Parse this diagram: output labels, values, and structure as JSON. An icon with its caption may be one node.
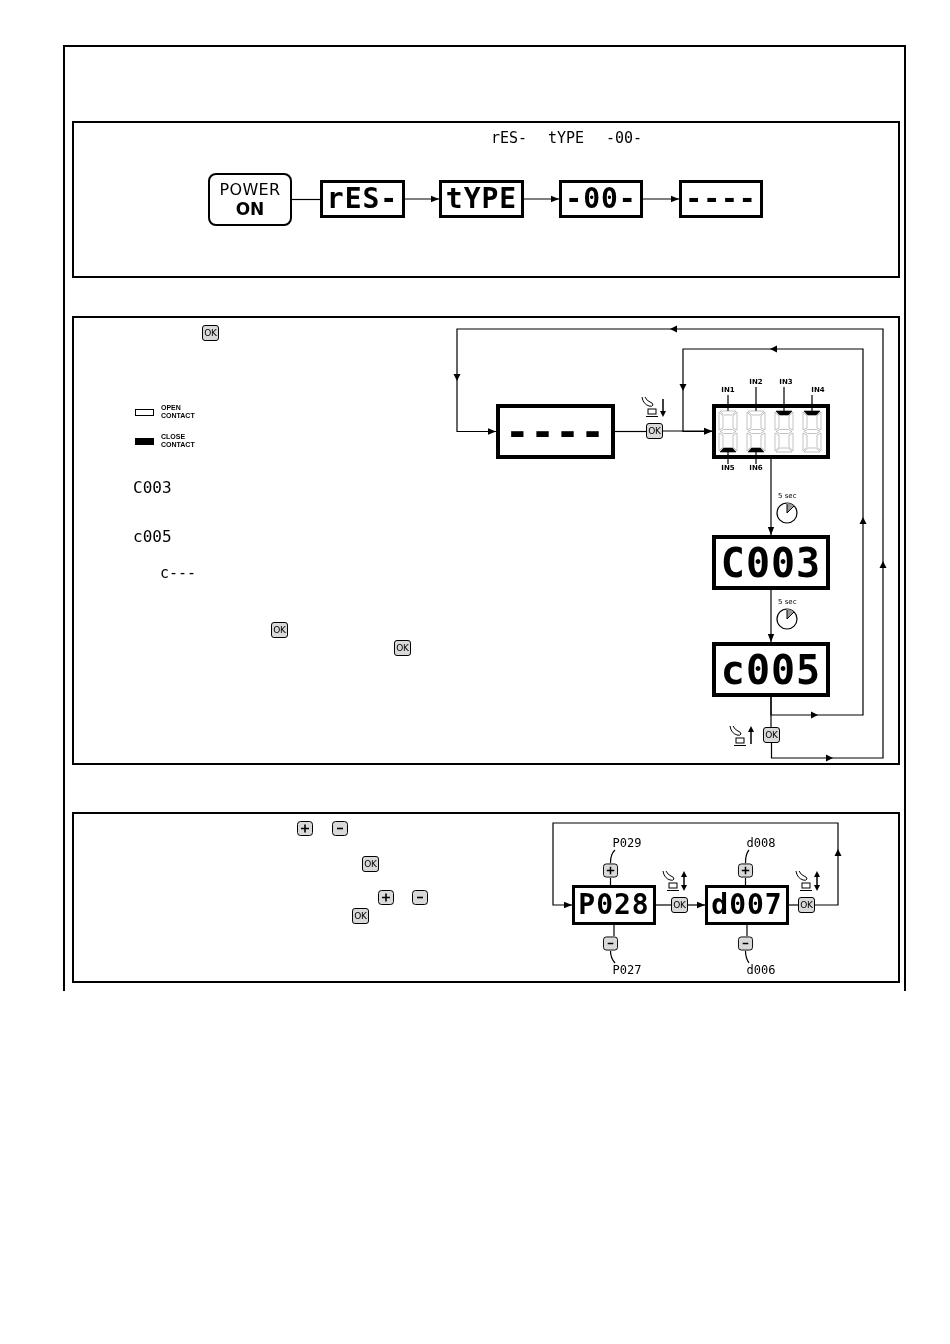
{
  "diagram": {
    "nodes": [
      {
        "text": [
          "rES-",
          "tYPE",
          "-00-"
        ]
      },
      {
        "text": [
          "POWER",
          "ON"
        ],
        "in": 0
      },
      {
        "text": [
          "rES-"
        ],
        "in": 0
      },
      {
        "text": [
          "tYPE"
        ],
        "in": 0
      },
      {
        "text": [
          "-00-"
        ],
        "in": 0
      },
      {
        "text": [
          "----"
        ],
        "in": 0
      },
      {
        "text": [
          "OK",
          "C003",
          "c005",
          "c---",
          "OK",
          "OK"
        ]
      },
      {
        "text": [
          "----"
        ],
        "in": 6
      },
      {
        "text": [
          "OK"
        ],
        "in": 6
      },
      {
        "text": [
          "IN1"
        ],
        "in": 6
      },
      {
        "text": [
          "IN2"
        ],
        "in": 6
      },
      {
        "text": [
          "IN3"
        ],
        "in": 6
      },
      {
        "text": [
          "IN4"
        ],
        "in": 6
      },
      {
        "text": [],
        "shape": "box",
        "in": 6
      },
      {
        "text": [
          "IN5"
        ],
        "in": 6
      },
      {
        "text": [
          "IN6"
        ],
        "in": 6
      },
      {
        "text": [
          "C003"
        ],
        "in": 6
      },
      {
        "text": [
          "c005"
        ],
        "in": 6
      },
      {
        "text": [
          "OK"
        ],
        "in": 6
      },
      {
        "text": [
          "OK",
          "OK"
        ]
      },
      {
        "text": [
          "P029"
        ],
        "in": 19
      },
      {
        "text": [],
        "shape": "box",
        "in": 19
      },
      {
        "text": [
          "P028"
        ],
        "in": 19
      },
      {
        "text": [],
        "shape": "box",
        "in": 19
      },
      {
        "text": [
          "P027"
        ],
        "in": 19
      },
      {
        "text": [
          "OK"
        ],
        "in": 19
      },
      {
        "text": [
          "d008"
        ],
        "in": 19
      },
      {
        "text": [],
        "shape": "box",
        "in": 19
      },
      {
        "text": [
          "d007"
        ],
        "in": 19
      },
      {
        "text": [],
        "shape": "box",
        "in": 19
      },
      {
        "text": [
          "d006"
        ],
        "in": 19
      },
      {
        "text": [
          "OK"
        ],
        "in": 19
      }
    ],
    "edges": [
      {
        "from": 1,
        "to": 2,
        "arrow": "none"
      },
      {
        "from": 2,
        "to": 3,
        "arrow": "to"
      },
      {
        "from": 3,
        "to": 4,
        "arrow": "to"
      },
      {
        "from": 4,
        "to": 5,
        "arrow": "to"
      },
      {
        "from": 7,
        "to": 8,
        "arrow": "none"
      },
      {
        "from": 8,
        "to": 13,
        "arrow": "to"
      },
      {
        "from": 9,
        "to": 13,
        "arrow": "none"
      },
      {
        "from": 10,
        "to": 13,
        "arrow": "none"
      },
      {
        "from": 11,
        "to": 13,
        "arrow": "none"
      },
      {
        "from": 12,
        "to": 13,
        "arrow": "none"
      },
      {
        "from": 14,
        "to": 13,
        "arrow": "none"
      },
      {
        "from": 15,
        "to": 13,
        "arrow": "none"
      },
      {
        "from": 13,
        "to": 16,
        "arrow": "to",
        "label": "5 sec"
      },
      {
        "from": 16,
        "to": 17,
        "arrow": "to",
        "label": "5 sec"
      },
      {
        "from": 17,
        "to": 13,
        "arrow": "to"
      },
      {
        "from": 17,
        "to": 18,
        "arrow": "none"
      },
      {
        "from": 18,
        "to": 7,
        "arrow": "to"
      },
      {
        "from": 20,
        "to": 21,
        "arrow": "none"
      },
      {
        "from": 21,
        "to": 22,
        "arrow": "none"
      },
      {
        "from": 22,
        "to": 23,
        "arrow": "none"
      },
      {
        "from": 24,
        "to": 23,
        "arrow": "none"
      },
      {
        "from": 22,
        "to": 25,
        "arrow": "none"
      },
      {
        "from": 25,
        "to": 28,
        "arrow": "to"
      },
      {
        "from": 26,
        "to": 27,
        "arrow": "none"
      },
      {
        "from": 27,
        "to": 28,
        "arrow": "none"
      },
      {
        "from": 28,
        "to": 29,
        "arrow": "none"
      },
      {
        "from": 30,
        "to": 29,
        "arrow": "none"
      },
      {
        "from": 28,
        "to": 31,
        "arrow": "none"
      },
      {
        "from": 31,
        "to": 22,
        "arrow": "to"
      }
    ],
    "legend": [
      {
        "text": "OPEN CONTACT",
        "color": "#ffffff"
      },
      {
        "text": "CLOSE CONTACT",
        "color": "#000000"
      }
    ]
  }
}
